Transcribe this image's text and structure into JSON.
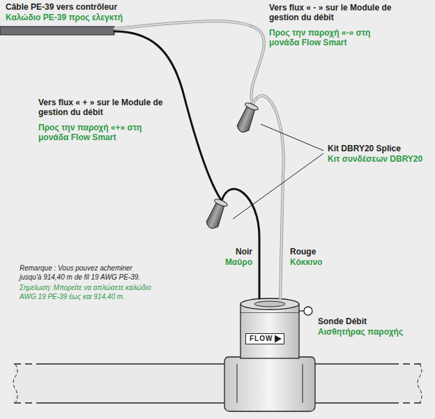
{
  "diagram": {
    "nodes": [
      {
        "text": [
          "FLOW"
        ]
      }
    ],
    "labels": [
      "Câble PE-39 vers contrôleur",
      "Καλώδιο PE-39 προς ελεγκτή",
      "Vers flux « - » sur le Module de gestion du débit",
      "Προς την παροχή «-» στη μονάδα Flow Smart",
      "Vers flux « + » sur le Module de gestion du débit",
      "Προς την παροχή «+» στη μονάδα Flow Smart",
      "Kit DBRY20 Splice",
      "Κιτ συνδέσεων DBRY20",
      "Noir",
      "Μαύρο",
      "Rouge",
      "Κόκκινο",
      "Remarque : Vous pouvez acheminer jusqu'à 914,40 m de fil 19 AWG PE-39.",
      "Σημείωση: Μπορείτε να απλώσετε καλώδιο AWG 19 PE-39 έως και 914,40 m.",
      "Sonde Débit",
      "Αισθητήρας παροχής"
    ]
  }
}
